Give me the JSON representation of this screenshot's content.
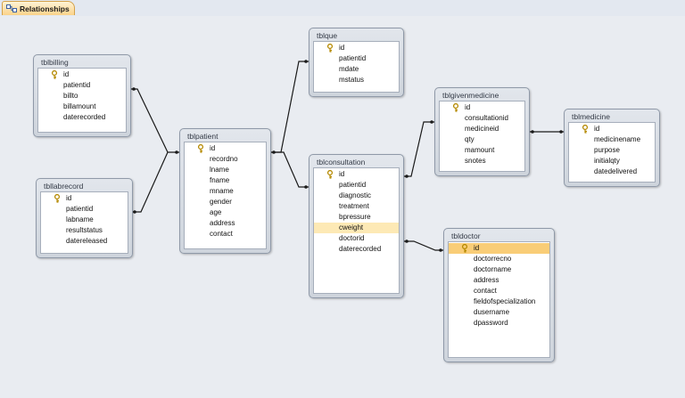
{
  "tab": {
    "title": "Relationships",
    "icon": "relationships-icon"
  },
  "colors": {
    "tab": "#fbd38a",
    "canvas": "#e9ecf1",
    "selected_field": "#fde9b5",
    "selected_pk": "#f9cd77"
  },
  "tables": {
    "billing": {
      "title": "tblbilling",
      "fields": [
        "id",
        "patientid",
        "billto",
        "billamount",
        "daterecorded"
      ]
    },
    "labrecord": {
      "title": "tbllabrecord",
      "fields": [
        "id",
        "patientid",
        "labname",
        "resultstatus",
        "datereleased"
      ]
    },
    "patient": {
      "title": "tblpatient",
      "fields": [
        "id",
        "recordno",
        "lname",
        "fname",
        "mname",
        "gender",
        "age",
        "address",
        "contact"
      ]
    },
    "que": {
      "title": "tblque",
      "fields": [
        "id",
        "patientid",
        "mdate",
        "mstatus"
      ]
    },
    "consultation": {
      "title": "tblconsultation",
      "fields": [
        "id",
        "patientid",
        "diagnostic",
        "treatment",
        "bpressure",
        "cweight",
        "doctorid",
        "daterecorded"
      ]
    },
    "givenmedicine": {
      "title": "tblgivenmedicine",
      "fields": [
        "id",
        "consultationid",
        "medicineid",
        "qty",
        "mamount",
        "snotes"
      ]
    },
    "medicine": {
      "title": "tblmedicine",
      "fields": [
        "id",
        "medicinename",
        "purpose",
        "initialqty",
        "datedelivered"
      ]
    },
    "doctor": {
      "title": "tbldoctor",
      "fields": [
        "id",
        "doctorrecno",
        "doctorname",
        "address",
        "contact",
        "fieldofspecialization",
        "dusername",
        "dpassword"
      ]
    }
  }
}
